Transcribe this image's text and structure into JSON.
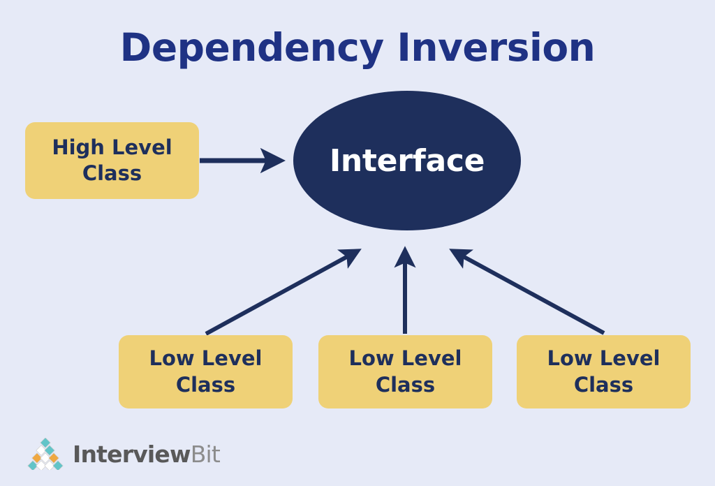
{
  "diagram": {
    "title": "Dependency Inversion",
    "background_color": "#e6eaf7",
    "title_color": "#1f3284",
    "node_fill": "#efd177",
    "node_text_color": "#1e2f5c",
    "interface_fill": "#1e2f5c",
    "interface_text_color": "#ffffff",
    "arrow_color": "#1e2f5c",
    "interface": {
      "label": "Interface",
      "shape": "ellipse"
    },
    "high_level": {
      "label": "High Level\nClass",
      "shape": "rounded-rectangle"
    },
    "low_level": [
      {
        "label": "Low Level\nClass",
        "shape": "rounded-rectangle"
      },
      {
        "label": "Low Level\nClass",
        "shape": "rounded-rectangle"
      },
      {
        "label": "Low Level\nClass",
        "shape": "rounded-rectangle"
      }
    ],
    "connections": [
      {
        "from": "High Level Class",
        "to": "Interface",
        "direction": "right"
      },
      {
        "from": "Low Level Class 1",
        "to": "Interface",
        "direction": "up-right"
      },
      {
        "from": "Low Level Class 2",
        "to": "Interface",
        "direction": "up"
      },
      {
        "from": "Low Level Class 3",
        "to": "Interface",
        "direction": "up-left"
      }
    ]
  },
  "branding": {
    "name_primary": "Interview",
    "name_secondary": "Bit",
    "mark_colors": {
      "teal": "#62c4c8",
      "orange": "#efa841",
      "white": "#ffffff"
    }
  }
}
